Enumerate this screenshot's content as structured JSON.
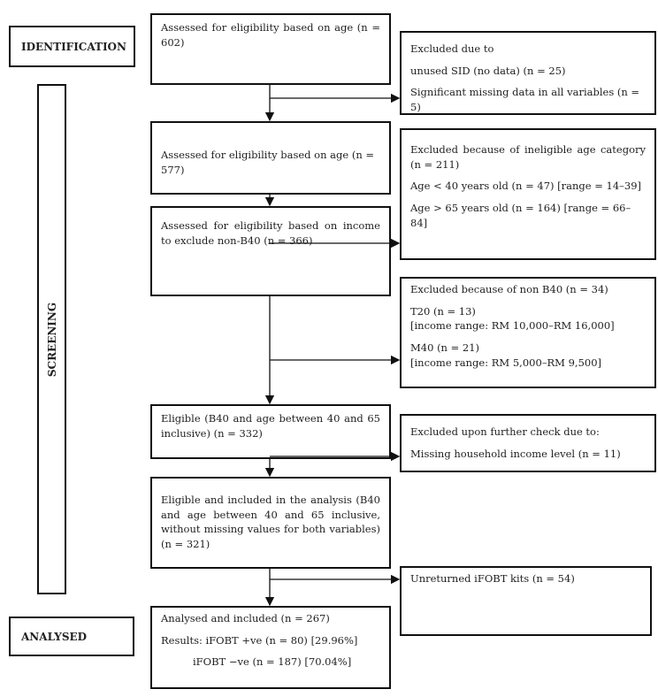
{
  "labels": {
    "identification": "IDENTIFICATION",
    "screening": "SCREENING",
    "analysed": "ANALYSED"
  },
  "main": [
    {
      "text": "Assessed for eligibility based on age (n = 602)"
    },
    {
      "text": "Assessed for eligibility based on age (n = 577)"
    },
    {
      "text": "Assessed for eligibility based on income to exclude non-B40 (n = 366)"
    },
    {
      "text": "Eligible (B40 and age between 40 and 65 inclusive) (n = 332)"
    },
    {
      "text": "Eligible and included in the analysis (B40 and age between 40 and 65 inclusive, without missing values for both variables) (n = 321)"
    },
    {
      "lines": [
        "Analysed and included (n = 267)",
        "Results: iFOBT +ve (n = 80) [29.96%]",
        "iFOBT −ve (n = 187) [70.04%]"
      ]
    }
  ],
  "excluded": [
    {
      "lines": [
        "Excluded due to",
        "unused SID (no data) (n = 25)",
        "Significant missing data in all variables (n = 5)"
      ]
    },
    {
      "lines": [
        "Excluded because of ineligible age category (n = 211)",
        "Age < 40 years old (n = 47) [range = 14–39]",
        "Age > 65 years old (n = 164) [range = 66–84]"
      ]
    },
    {
      "lines": [
        "Excluded because of non B40 (n = 34)",
        "T20 (n = 13)",
        "[income range: RM 10,000–RM 16,000]",
        "M40 (n = 21)",
        "[income range: RM 5,000–RM 9,500]"
      ]
    },
    {
      "lines": [
        "Excluded upon further check due to:",
        "Missing household income level (n = 11)"
      ]
    },
    {
      "lines": [
        "Unreturned iFOBT kits (n = 54)"
      ]
    }
  ]
}
